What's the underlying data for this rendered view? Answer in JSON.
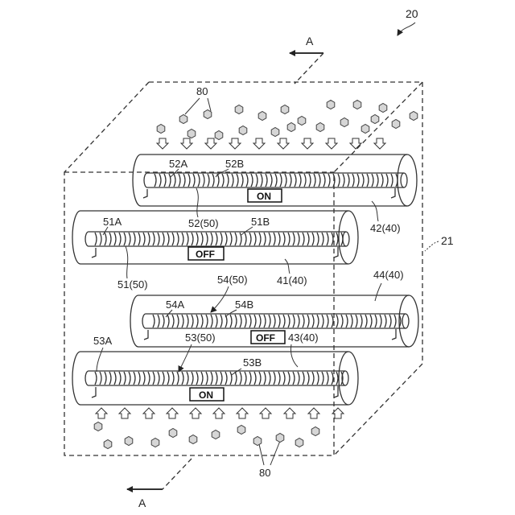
{
  "figure": {
    "figure_number": "20",
    "housing_label": "21",
    "section_label": "A",
    "particle_label": "80"
  },
  "tubes": [
    {
      "id": "42",
      "tube_label": "42(40)",
      "electrode_label": "52(50)",
      "end_a": "52A",
      "end_b": "52B",
      "state": "ON"
    },
    {
      "id": "41",
      "tube_label": "41(40)",
      "electrode_label": "51(50)",
      "end_a": "51A",
      "end_b": "51B",
      "state": "OFF"
    },
    {
      "id": "44",
      "tube_label": "44(40)",
      "electrode_label": "54(50)",
      "end_a": "54A",
      "end_b": "54B",
      "state": "OFF"
    },
    {
      "id": "43",
      "tube_label": "43(40)",
      "electrode_label": "53(50)",
      "end_a": "53A",
      "end_b": "53B",
      "state": "ON"
    }
  ]
}
